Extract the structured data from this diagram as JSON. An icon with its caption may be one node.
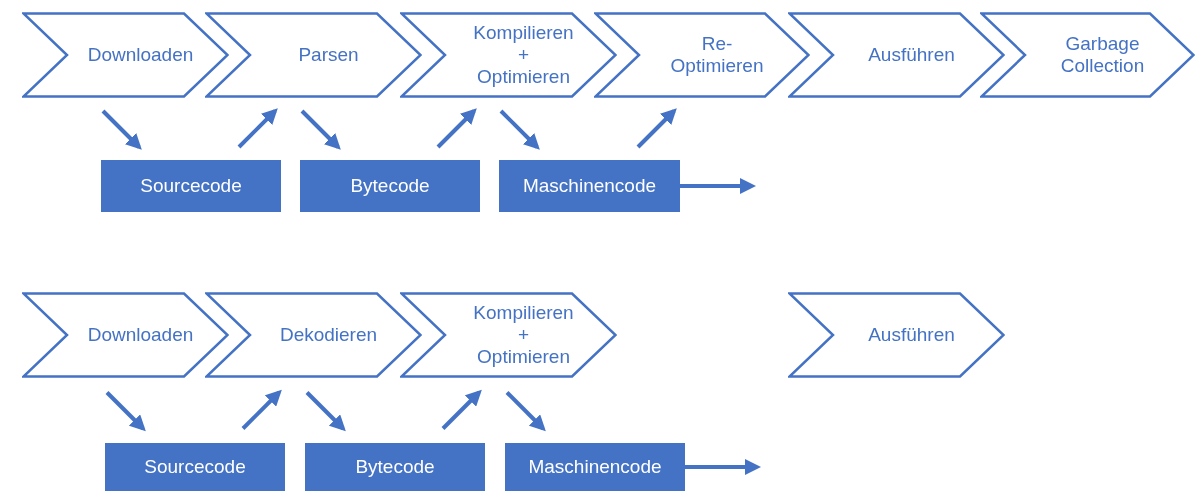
{
  "diagram": {
    "nodes": [
      {
        "text": [
          "Downloaden"
        ]
      },
      {
        "text": [
          "Parsen"
        ]
      },
      {
        "text": [
          "Kompilieren + Optimieren"
        ]
      },
      {
        "text": [
          "Re-Optimieren"
        ]
      },
      {
        "text": [
          "Ausführen"
        ]
      },
      {
        "text": [
          "Garbage Collection"
        ]
      },
      {
        "text": [
          "Sourcecode"
        ]
      },
      {
        "text": [
          "Bytecode"
        ]
      },
      {
        "text": [
          "Maschinencode"
        ]
      },
      {
        "text": [
          "Downloaden"
        ]
      },
      {
        "text": [
          "Dekodieren"
        ]
      },
      {
        "text": [
          "Kompilieren + Optimieren"
        ]
      },
      {
        "text": [
          "Ausführen"
        ]
      },
      {
        "text": [
          "Sourcecode"
        ]
      },
      {
        "text": [
          "Bytecode"
        ]
      },
      {
        "text": [
          "Maschinencode"
        ]
      }
    ],
    "edges": [
      {
        "from": 0,
        "to": 6,
        "arrow": "to"
      },
      {
        "from": 6,
        "to": 1,
        "arrow": "to"
      },
      {
        "from": 1,
        "to": 7,
        "arrow": "to"
      },
      {
        "from": 7,
        "to": 2,
        "arrow": "to"
      },
      {
        "from": 2,
        "to": 8,
        "arrow": "to"
      },
      {
        "from": 8,
        "to": 3,
        "arrow": "to"
      },
      {
        "from": 8,
        "to": null,
        "arrow": "to"
      },
      {
        "from": 9,
        "to": 13,
        "arrow": "to"
      },
      {
        "from": 13,
        "to": 10,
        "arrow": "to"
      },
      {
        "from": 10,
        "to": 14,
        "arrow": "to"
      },
      {
        "from": 14,
        "to": 11,
        "arrow": "to"
      },
      {
        "from": 11,
        "to": 15,
        "arrow": "to"
      },
      {
        "from": 15,
        "to": null,
        "arrow": "to"
      }
    ]
  }
}
